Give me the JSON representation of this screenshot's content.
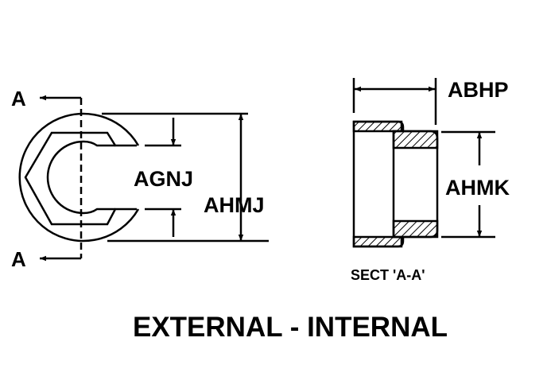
{
  "labels": {
    "section_top": "A",
    "section_bottom": "A",
    "dim_inner_gap": "AGNJ",
    "dim_outer_diameter": "AHMJ",
    "dim_width": "ABHP",
    "dim_bore": "AHMK",
    "section_caption": "SECT 'A-A'",
    "title": "EXTERNAL - INTERNAL"
  },
  "colors": {
    "ink": "#000000",
    "background": "#ffffff"
  }
}
